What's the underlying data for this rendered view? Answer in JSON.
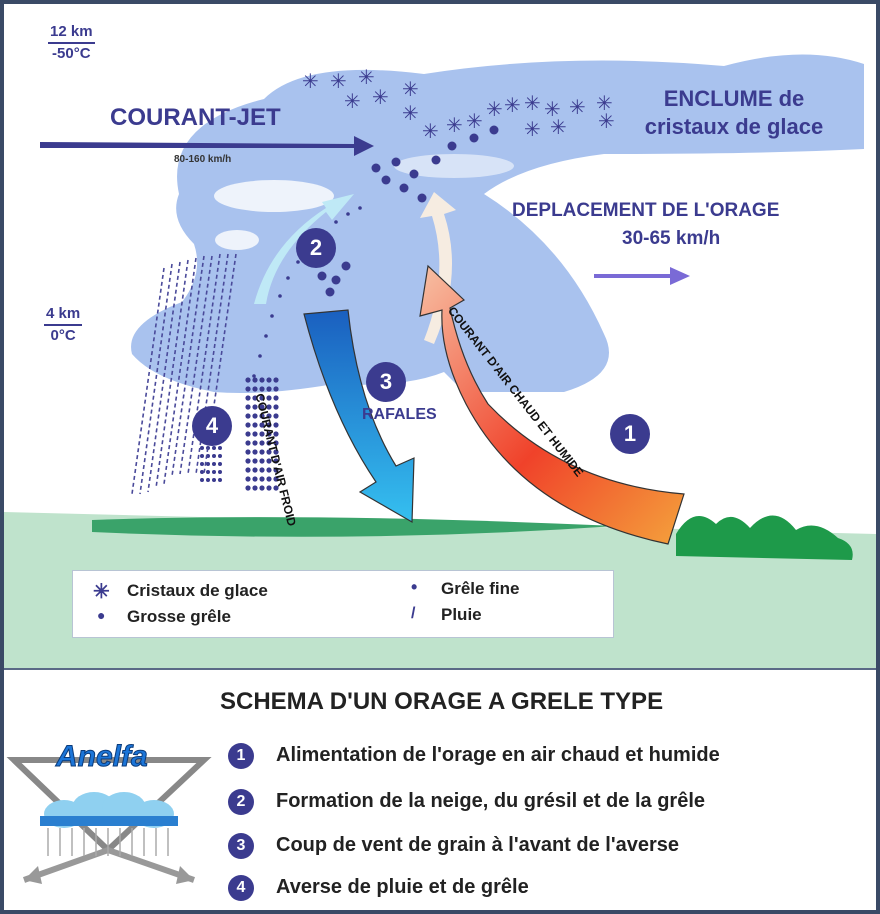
{
  "altitudes": {
    "top": {
      "height": "12 km",
      "temp": "-50°C"
    },
    "mid": {
      "height": "4 km",
      "temp": "0°C"
    }
  },
  "labels": {
    "jet": "COURANT-JET",
    "jet_speed": "80-160 km/h",
    "anvil_line1": "ENCLUME de",
    "anvil_line2": "cristaux de glace",
    "move_line1": "DEPLACEMENT DE L'ORAGE",
    "move_line2": "30-65 km/h",
    "cold_air": "COURANT D'AIR FROID",
    "warm_air": "COURANT D'AIR CHAUD ET HUMIDE",
    "gusts": "RAFALES"
  },
  "badges": {
    "b1": "1",
    "b2": "2",
    "b3": "3",
    "b4": "4"
  },
  "legend": {
    "ice_symbol": "✳",
    "ice": "Cristaux de glace",
    "big_hail_symbol": "●",
    "big_hail": "Grosse grêle",
    "fine_hail_symbol": "•",
    "fine_hail": "Grêle fine",
    "rain_symbol": "/",
    "rain": "Pluie"
  },
  "title": "SCHEMA D'UN ORAGE A GRELE TYPE",
  "steps": [
    {
      "num": "1",
      "text": "Alimentation de l'orage en air chaud et humide"
    },
    {
      "num": "2",
      "text": "Formation de la neige, du grésil et de la grêle"
    },
    {
      "num": "3",
      "text": "Coup de vent de grain à l'avant de l'averse"
    },
    {
      "num": "4",
      "text": "Averse de pluie et de grêle"
    }
  ],
  "logo": {
    "text": "Anelfa"
  },
  "colors": {
    "accent": "#3b3b8f",
    "cloud": "#a9c2ee",
    "ground": "#bfe3cc",
    "cold": "#2a9fe0",
    "warm": "#f0532a"
  }
}
